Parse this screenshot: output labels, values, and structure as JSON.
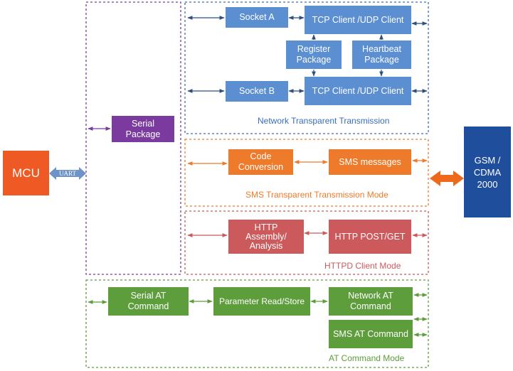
{
  "colors": {
    "blue": "#5b8fd1",
    "purple": "#7a3a9e",
    "orange": "#ee7b2b",
    "red": "#cc5a5d",
    "green": "#5e9d3c",
    "mcu": "#ef5a24",
    "gsm": "#1f4e9c",
    "uart": "#6e93c8"
  },
  "mcu": {
    "label": "MCU"
  },
  "uart": {
    "label": "UART"
  },
  "gsm": {
    "line1": "GSM /",
    "line2": "CDMA",
    "line3": "2000"
  },
  "serial_package": {
    "line1": "Serial",
    "line2": "Package"
  },
  "network": {
    "caption": "Network Transparent Transmission",
    "socket_a": "Socket A",
    "socket_b": "Socket B",
    "tcp_a": "TCP Client /UDP Client",
    "tcp_b": "TCP Client /UDP Client",
    "register": {
      "line1": "Register",
      "line2": "Package"
    },
    "heartbeat": {
      "line1": "Heartbeat",
      "line2": "Package"
    }
  },
  "sms": {
    "caption": "SMS Transparent Transmission Mode",
    "code": {
      "line1": "Code",
      "line2": "Conversion"
    },
    "messages": "SMS messages"
  },
  "httpd": {
    "caption": "HTTPD Client Mode",
    "assembly": {
      "line1": "HTTP",
      "line2": "Assembly/",
      "line3": "Analysis"
    },
    "post": "HTTP POST/GET"
  },
  "at": {
    "caption": "AT Command Mode",
    "serial": {
      "line1": "Serial AT",
      "line2": "Command"
    },
    "param": "Parameter Read/Store",
    "network": {
      "line1": "Network AT",
      "line2": "Command"
    },
    "sms": "SMS AT Command"
  }
}
